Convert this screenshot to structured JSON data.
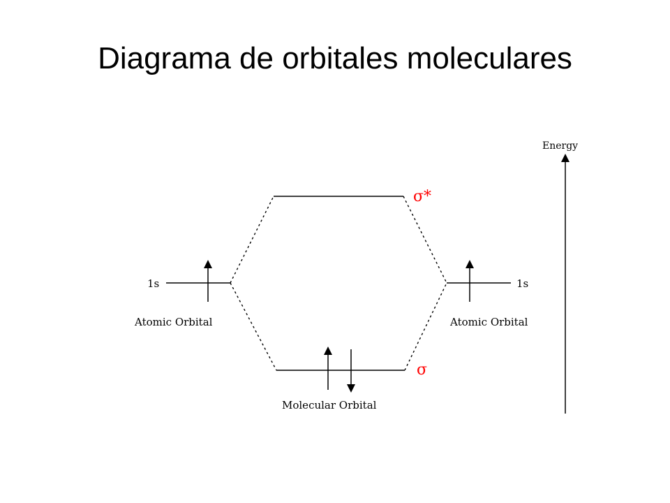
{
  "title": "Diagrama de orbitales moleculares",
  "diagram": {
    "energy_label": "Energy",
    "left_orbital": {
      "level_label": "1s",
      "caption": "Atomic Orbital",
      "electrons": "↑"
    },
    "right_orbital": {
      "level_label": "1s",
      "caption": "Atomic Orbital",
      "electrons": "↑"
    },
    "antibonding": {
      "symbol": "σ*",
      "electrons": ""
    },
    "bonding": {
      "symbol": "σ",
      "caption": "Molecular Orbital",
      "electrons": "↑↓"
    },
    "colors": {
      "lines": "#000000",
      "sigma_labels": "#ff0000"
    }
  }
}
